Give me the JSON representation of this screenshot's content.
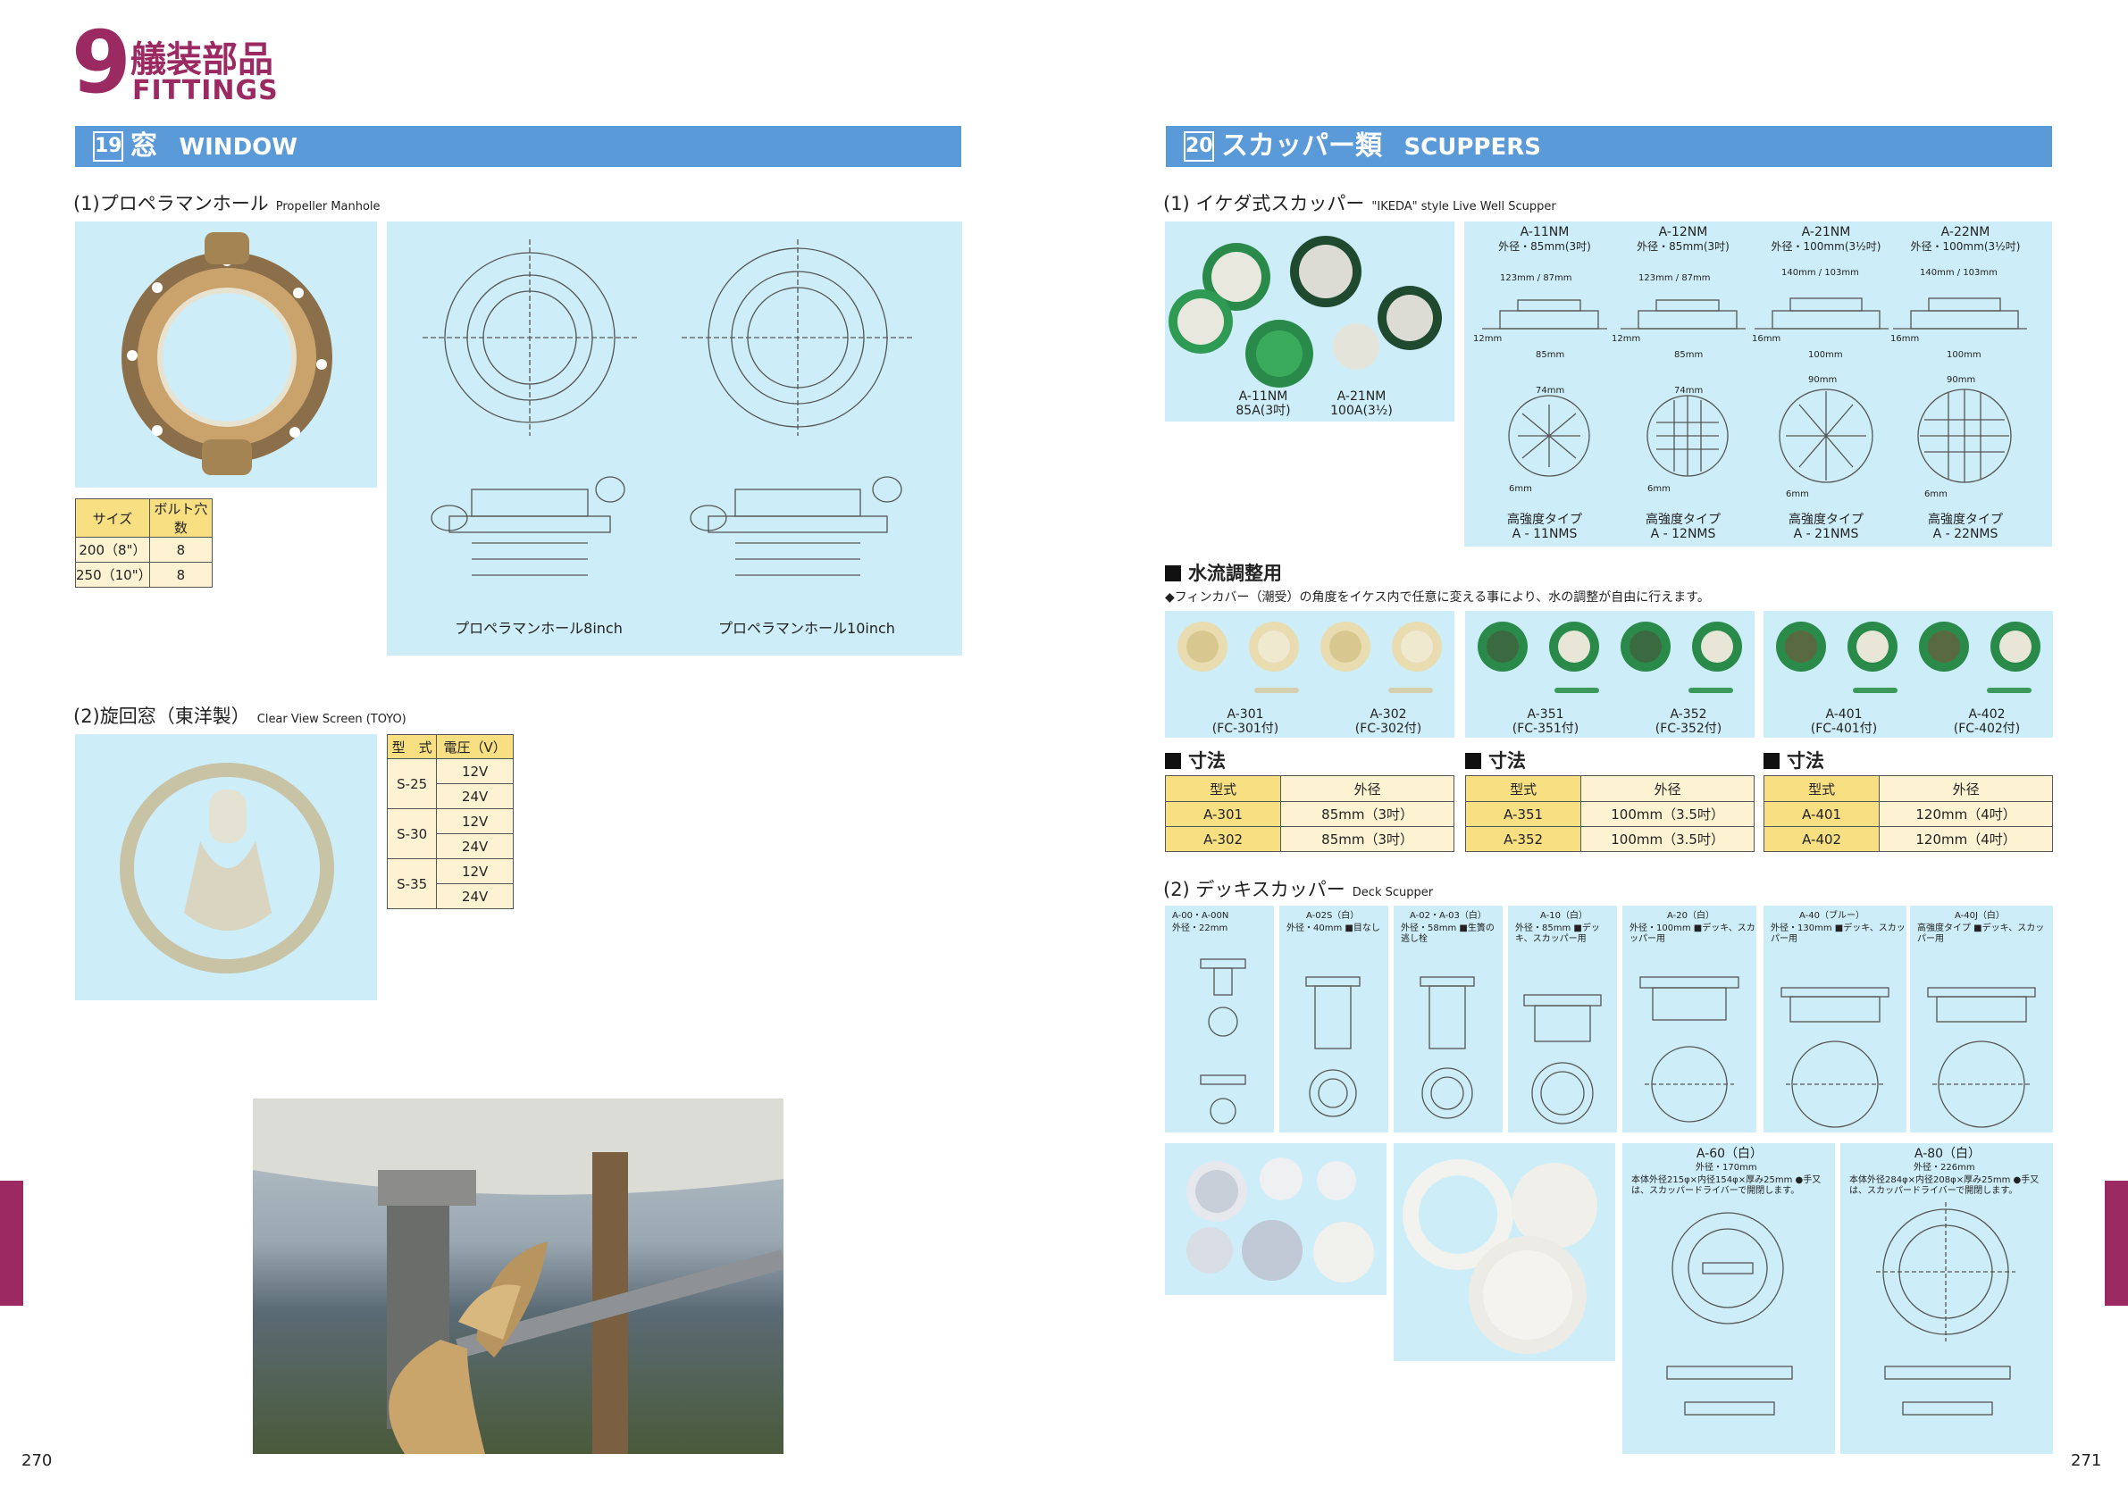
{
  "chapter": {
    "number": "9",
    "title_jp": "艤装部品",
    "title_en": "FITTINGS"
  },
  "section19": {
    "num": "19",
    "title_jp": "窓",
    "title_en": "WINDOW"
  },
  "section20": {
    "num": "20",
    "title_jp": "スカッパー類",
    "title_en": "SCUPPERS"
  },
  "propeller_manhole": {
    "heading": "(1)プロペラマンホール",
    "heading_en": "Propeller Manhole",
    "table": {
      "headers": [
        "サイズ",
        "ボルト穴数"
      ],
      "rows": [
        [
          "200（8\"）",
          "8"
        ],
        [
          "250（10\"）",
          "8"
        ]
      ]
    },
    "drawing_8": "プロペラマンホール8inch",
    "drawing_10": "プロペラマンホール10inch"
  },
  "clear_view": {
    "heading": "(2)旋回窓（東洋製）",
    "heading_en": "Clear View Screen (TOYO)",
    "table": {
      "headers": [
        "型　式",
        "電圧（V）"
      ],
      "rows": [
        [
          "S-25",
          "12V",
          "24V"
        ],
        [
          "S-30",
          "12V",
          "24V"
        ],
        [
          "S-35",
          "12V",
          "24V"
        ]
      ]
    }
  },
  "ikeda": {
    "heading": "(1) イケダ式スカッパー",
    "heading_en": "\"IKEDA\" style Live Well Scupper",
    "photo_labels": [
      [
        "A-11NM",
        "85A(3吋)"
      ],
      [
        "A-21NM",
        "100A(3½)"
      ]
    ],
    "models": [
      {
        "name": "A-11NM",
        "od": "外径・85mm(3吋)",
        "type": "高強度タイプ",
        "sub": "A - 11NMS",
        "w1": "123mm",
        "w2": "87mm",
        "w3": "85mm",
        "h": "12mm",
        "g": "74mm",
        "s": "6mm"
      },
      {
        "name": "A-12NM",
        "od": "外径・85mm(3吋)",
        "type": "高強度タイプ",
        "sub": "A - 12NMS",
        "w1": "123mm",
        "w2": "87mm",
        "w3": "85mm",
        "h": "12mm",
        "g": "74mm",
        "s": "6mm"
      },
      {
        "name": "A-21NM",
        "od": "外径・100mm(3½吋)",
        "type": "高強度タイプ",
        "sub": "A - 21NMS",
        "w1": "140mm",
        "w2": "103mm",
        "w3": "100mm",
        "h": "16mm",
        "g": "90mm",
        "s": "6mm"
      },
      {
        "name": "A-22NM",
        "od": "外径・100mm(3½吋)",
        "type": "高強度タイプ",
        "sub": "A - 22NMS",
        "w1": "140mm",
        "w2": "103mm",
        "w3": "100mm",
        "h": "16mm",
        "g": "90mm",
        "s": "6mm"
      }
    ]
  },
  "flow": {
    "heading": "水流調整用",
    "note": "◆フィンカバー（潮受）の角度をイケス内で任意に変える事により、水の調整が自由に行えます。",
    "groups": [
      {
        "labels": [
          [
            "A-301",
            "(FC-301付)"
          ],
          [
            "A-302",
            "(FC-302付)"
          ]
        ],
        "dim_heading": "寸法",
        "table": {
          "headers": [
            "型式",
            "外径"
          ],
          "rows": [
            [
              "A-301",
              "85mm（3吋）"
            ],
            [
              "A-302",
              "85mm（3吋）"
            ]
          ]
        }
      },
      {
        "labels": [
          [
            "A-351",
            "(FC-351付)"
          ],
          [
            "A-352",
            "(FC-352付)"
          ]
        ],
        "dim_heading": "寸法",
        "table": {
          "headers": [
            "型式",
            "外径"
          ],
          "rows": [
            [
              "A-351",
              "100mm（3.5吋）"
            ],
            [
              "A-352",
              "100mm（3.5吋）"
            ]
          ]
        }
      },
      {
        "labels": [
          [
            "A-401",
            "(FC-401付)"
          ],
          [
            "A-402",
            "(FC-402付)"
          ]
        ],
        "dim_heading": "寸法",
        "table": {
          "headers": [
            "型式",
            "外径"
          ],
          "rows": [
            [
              "A-401",
              "120mm（4吋）"
            ],
            [
              "A-402",
              "120mm（4吋）"
            ]
          ]
        }
      }
    ]
  },
  "deck": {
    "heading": "(2) デッキスカッパー",
    "heading_en": "Deck Scupper",
    "items": [
      {
        "title": "A-00・A-00N",
        "sub": "外径・22mm"
      },
      {
        "title": "A-02S（白）",
        "sub": "外径・40mm ■目なし"
      },
      {
        "title": "A-02・A-03（白）",
        "sub": "外径・58mm ■生簀の逃し栓"
      },
      {
        "title": "A-10（白）",
        "sub": "外径・85mm ■デッキ、スカッパー用"
      },
      {
        "title": "A-20（白）",
        "sub": "外径・100mm ■デッキ、スカッパー用"
      },
      {
        "title": "A-40（ブルー）",
        "sub": "外径・130mm ■デッキ、スカッパー用"
      },
      {
        "title": "A-40J（白）",
        "sub": "高強度タイプ ■デッキ、スカッパー用"
      }
    ],
    "a60": {
      "title": "A-60（白）",
      "sub": "外径・170mm",
      "note": "本体外径215φ×内径154φ×厚み25mm ●手又は、スカッパードライバーで開閉します。"
    },
    "a80": {
      "title": "A-80（白）",
      "sub": "外径・226mm",
      "note": "本体外径284φ×内径208φ×厚み25mm ●手又は、スカッパードライバーで開閉します。"
    }
  },
  "page_left": "270",
  "page_right": "271",
  "colors": {
    "accent": "#5b9ad8",
    "brand": "#9b2a62",
    "panel": "#cdeef8",
    "table_head": "#f7df82",
    "table_cell": "#fdf3d2"
  }
}
